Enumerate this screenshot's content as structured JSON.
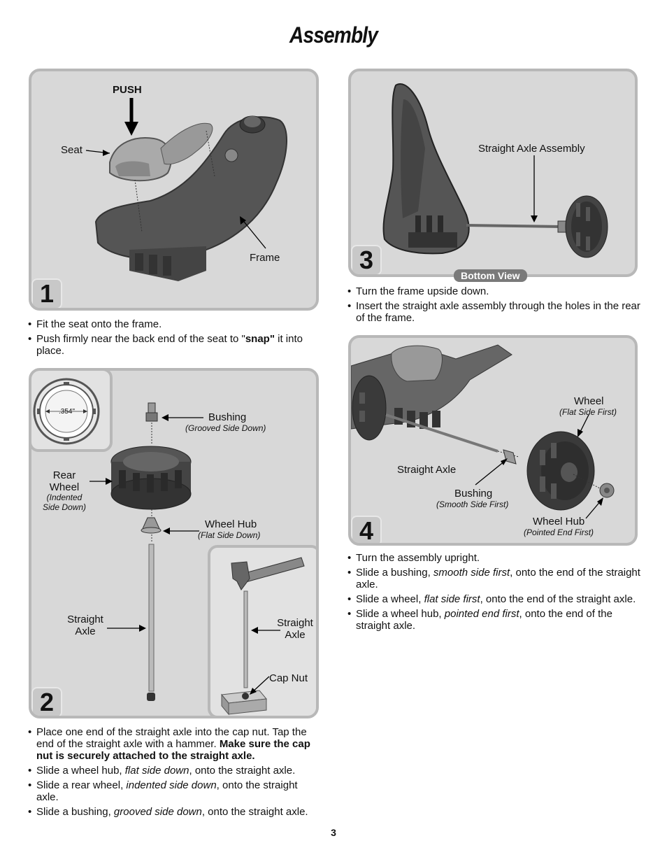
{
  "page": {
    "title": "Assembly",
    "page_number": "3"
  },
  "step1": {
    "number": "1",
    "labels": {
      "push": "PUSH",
      "seat": "Seat",
      "frame": "Frame"
    },
    "instructions": [
      {
        "plain": "Fit the seat onto the frame."
      },
      {
        "pre": "Push firmly near the back end of the seat to \"",
        "bold": "snap\"",
        "post": " it into place."
      }
    ]
  },
  "step2": {
    "number": "2",
    "labels": {
      "gauge": ".354\"",
      "bushing": "Bushing",
      "bushing_note": "(Grooved Side Down)",
      "rear_wheel_1": "Rear",
      "rear_wheel_2": "Wheel",
      "rear_wheel_note_1": "(Indented",
      "rear_wheel_note_2": "Side Down)",
      "wheel_hub": "Wheel Hub",
      "wheel_hub_note": "(Flat Side Down)",
      "straight_axle_1": "Straight",
      "straight_axle_2": "Axle",
      "inset_axle_1": "Straight",
      "inset_axle_2": "Axle",
      "cap_nut": "Cap Nut"
    },
    "instructions": [
      {
        "pre": "Place one end of the straight axle into the cap nut. Tap the end of the straight axle with a hammer. ",
        "bold": "Make sure the cap nut is securely attached to the straight axle."
      },
      {
        "pre": "Slide a wheel hub, ",
        "em": "flat side down",
        "post": ", onto the straight axle."
      },
      {
        "pre": "Slide a rear wheel, ",
        "em": "indented side down",
        "post": ", onto the straight axle."
      },
      {
        "pre": "Slide a bushing, ",
        "em": "grooved side down",
        "post": ", onto the straight axle."
      }
    ]
  },
  "step3": {
    "number": "3",
    "labels": {
      "straight_axle_assembly": "Straight Axle Assembly",
      "bottom_view": "Bottom View"
    },
    "instructions": [
      {
        "plain": "Turn the frame upside down."
      },
      {
        "plain": "Insert the straight axle assembly through the holes in the rear of the frame."
      }
    ]
  },
  "step4": {
    "number": "4",
    "labels": {
      "wheel": "Wheel",
      "wheel_note": "(Flat Side First)",
      "straight_axle": "Straight Axle",
      "bushing": "Bushing",
      "bushing_note": "(Smooth Side First)",
      "wheel_hub": "Wheel Hub",
      "wheel_hub_note": "(Pointed End First)"
    },
    "instructions": [
      {
        "plain": "Turn the assembly upright."
      },
      {
        "pre": "Slide a bushing, ",
        "em": "smooth side first",
        "post": ", onto the end of the straight axle."
      },
      {
        "pre": "Slide a wheel, ",
        "em": "flat side first",
        "post": ", onto the end of the straight axle."
      },
      {
        "pre": "Slide a wheel hub, ",
        "em": "pointed end first",
        "post": ", onto the end of the straight axle."
      }
    ]
  }
}
